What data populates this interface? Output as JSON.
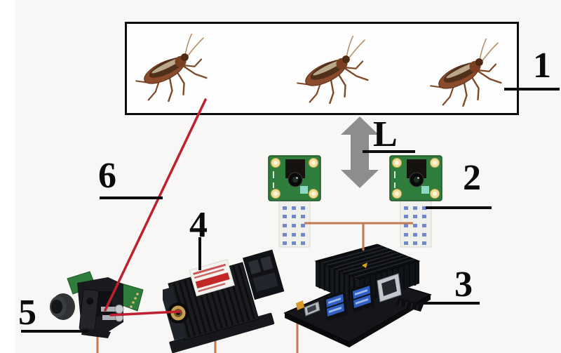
{
  "figure": {
    "background": "#f8f7f5",
    "colors": {
      "outline": "#0d0d0d",
      "beam_red": "#bf1f2e",
      "wire_copper": "#c17a52",
      "arrow_gray": "#8d8d8d",
      "pcb_green": "#2f7d3c"
    },
    "labels": {
      "enclosure": "1",
      "cameras": "2",
      "computer": "3",
      "laser": "4",
      "mount": "5",
      "beam": "6",
      "distance": "L"
    },
    "icons": {
      "enclosure_content": "cockroach-icon",
      "cameras": "camera-module-icon",
      "computer": "single-board-computer-icon",
      "laser": "laser-module-icon",
      "mount": "camera-mount-icon",
      "distance": "double-headed-arrow-icon"
    }
  }
}
